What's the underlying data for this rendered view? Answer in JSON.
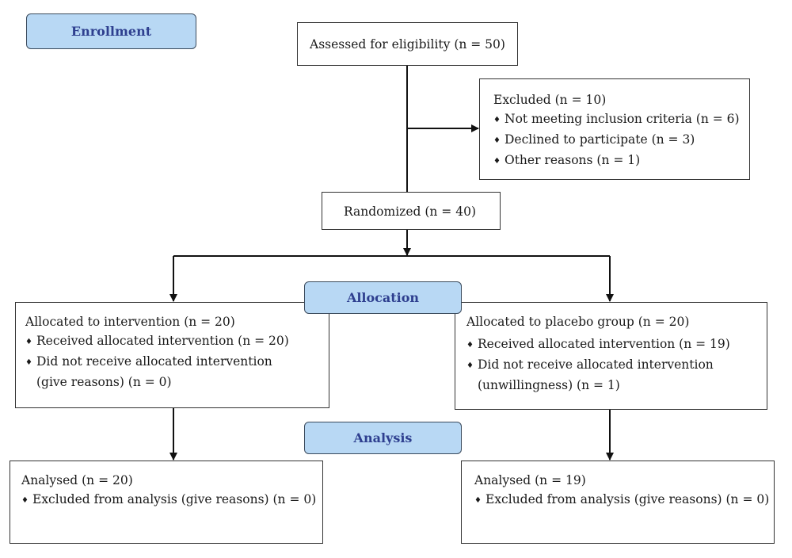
{
  "stages": {
    "enrollment": "Enrollment",
    "allocation": "Allocation",
    "analysis": "Analysis"
  },
  "bullet_symbol": "♦",
  "assessed": "Assessed for eligibility (n = 50)",
  "excluded": {
    "title": "Excluded (n = 10)",
    "items": [
      "Not meeting inclusion criteria (n = 6)",
      "Declined to participate (n = 3)",
      "Other reasons (n = 1)"
    ]
  },
  "randomized": "Randomized (n = 40)",
  "intervention_group": {
    "title": "Allocated to intervention (n = 20)",
    "received": "Received allocated intervention (n = 20)",
    "not_received": "Did not receive allocated intervention",
    "not_received_reason": "(give reasons) (n = 0)"
  },
  "placebo_group": {
    "title": "Allocated to placebo group (n = 20)",
    "received": "Received allocated intervention (n = 19)",
    "not_received": "Did not receive allocated intervention",
    "not_received_reason": "(unwillingness) (n = 1)"
  },
  "analysis_left": {
    "title": "Analysed (n = 20)",
    "excluded": "Excluded from analysis (give reasons) (n = 0)"
  },
  "analysis_right": {
    "title": "Analysed (n = 19)",
    "excluded": "Excluded from analysis (give reasons) (n = 0)"
  }
}
